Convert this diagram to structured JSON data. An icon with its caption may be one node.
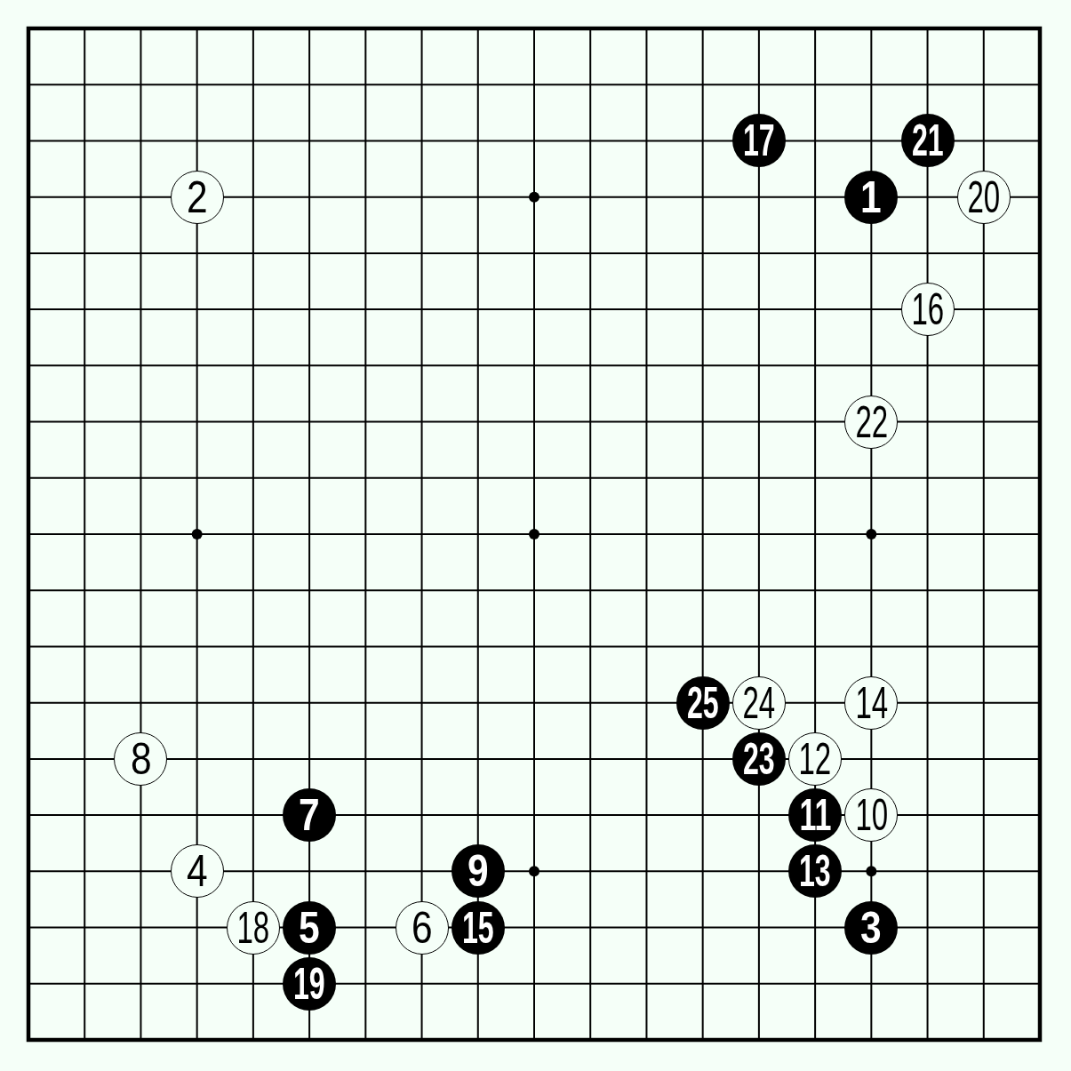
{
  "diagram": {
    "nodes": [
      {
        "text": [
          "17"
        ]
      },
      {
        "text": [
          "21"
        ]
      },
      {
        "text": [
          "2"
        ]
      },
      {
        "text": [
          "1"
        ]
      },
      {
        "text": [
          "20"
        ]
      },
      {
        "text": [
          "16"
        ]
      },
      {
        "text": [
          "22"
        ]
      },
      {
        "text": [
          "25"
        ]
      },
      {
        "text": [
          "24"
        ]
      },
      {
        "text": [
          "14"
        ]
      },
      {
        "text": [
          "8"
        ]
      },
      {
        "text": [
          "23"
        ]
      },
      {
        "text": [
          "12"
        ]
      },
      {
        "text": [
          "7"
        ]
      },
      {
        "text": [
          "11"
        ]
      },
      {
        "text": [
          "10"
        ]
      },
      {
        "text": [
          "4"
        ]
      },
      {
        "text": [
          "9"
        ]
      },
      {
        "text": [
          "13"
        ]
      },
      {
        "text": [
          "18"
        ]
      },
      {
        "text": [
          "5"
        ]
      },
      {
        "text": [
          "6"
        ]
      },
      {
        "text": [
          "15"
        ]
      },
      {
        "text": [
          "3"
        ]
      },
      {
        "text": [
          "19"
        ]
      }
    ]
  }
}
